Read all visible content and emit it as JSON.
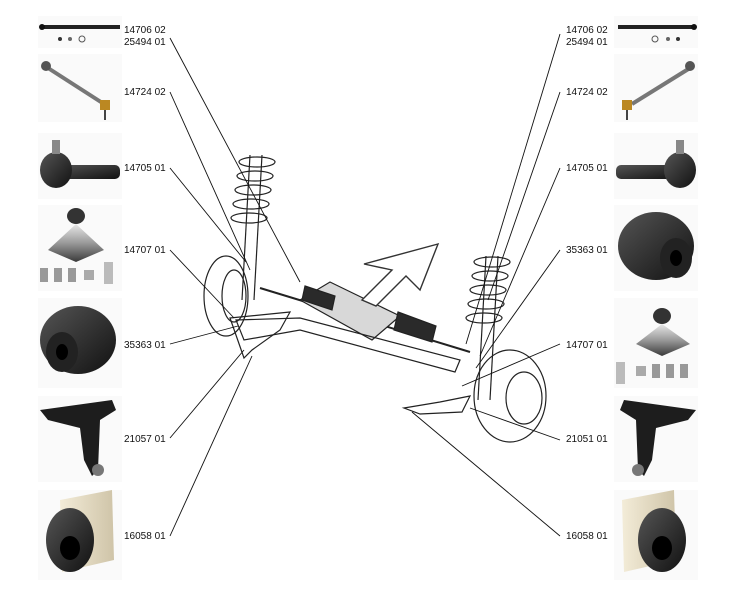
{
  "labels_left": [
    {
      "id": "l1",
      "text": "14706 02"
    },
    {
      "id": "l2",
      "text": "25494 01"
    },
    {
      "id": "l3",
      "text": "14724 02"
    },
    {
      "id": "l4",
      "text": "14705 01"
    },
    {
      "id": "l5",
      "text": "14707 01"
    },
    {
      "id": "l6",
      "text": "35363 01"
    },
    {
      "id": "l7",
      "text": "21057 01"
    },
    {
      "id": "l8",
      "text": "16058 01"
    }
  ],
  "labels_right": [
    {
      "id": "r1",
      "text": "14706 02"
    },
    {
      "id": "r2",
      "text": "25494 01"
    },
    {
      "id": "r3",
      "text": "14724 02"
    },
    {
      "id": "r4",
      "text": "14705 01"
    },
    {
      "id": "r5",
      "text": "35363 01"
    },
    {
      "id": "r6",
      "text": "14707 01"
    },
    {
      "id": "r7",
      "text": "21051 01"
    },
    {
      "id": "r8",
      "text": "16058 01"
    }
  ],
  "part_icons_left": [
    "tie-rod-icon",
    "stabilizer-link-icon",
    "tie-rod-end-icon",
    "ball-joint-kit-icon",
    "bushing-icon",
    "control-arm-icon",
    "bushing-large-icon"
  ],
  "part_icons_right": [
    "tie-rod-icon",
    "stabilizer-link-icon",
    "tie-rod-end-icon",
    "bushing-icon",
    "ball-joint-kit-icon",
    "control-arm-icon",
    "bushing-large-icon"
  ]
}
